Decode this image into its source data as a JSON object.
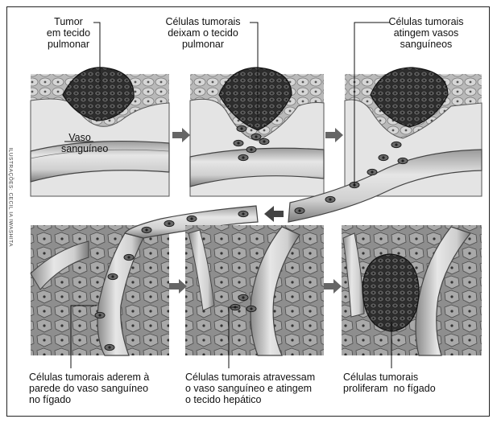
{
  "labels": {
    "tumor": [
      "Tumor",
      "em tecido",
      "pulmonar"
    ],
    "vaso": [
      "Vaso",
      "sanguíneo"
    ],
    "deixam": [
      "Células tumorais",
      "deixam o tecido",
      "pulmonar"
    ],
    "atingem": [
      "Células tumorais",
      "atingem vasos",
      "sanguíneos"
    ],
    "aderem": [
      "Células tumorais aderem à",
      "parede do vaso sanguíneo",
      "no fígado"
    ],
    "atravessam": [
      "Células tumorais atravessam",
      "o vaso sanguíneo e atingem",
      "o tecido hepático"
    ],
    "proliferam": [
      "Células tumorais",
      "proliferam  no fígado"
    ]
  },
  "credit": "ILUSTRAÇÕES: CECIL IA IWASHITA",
  "colors": {
    "ink": "#111111",
    "tissue": "#cfcfcf",
    "tumor": "#3a3a3a",
    "vessel": "#d9d9d9",
    "arrow": "#666666"
  }
}
